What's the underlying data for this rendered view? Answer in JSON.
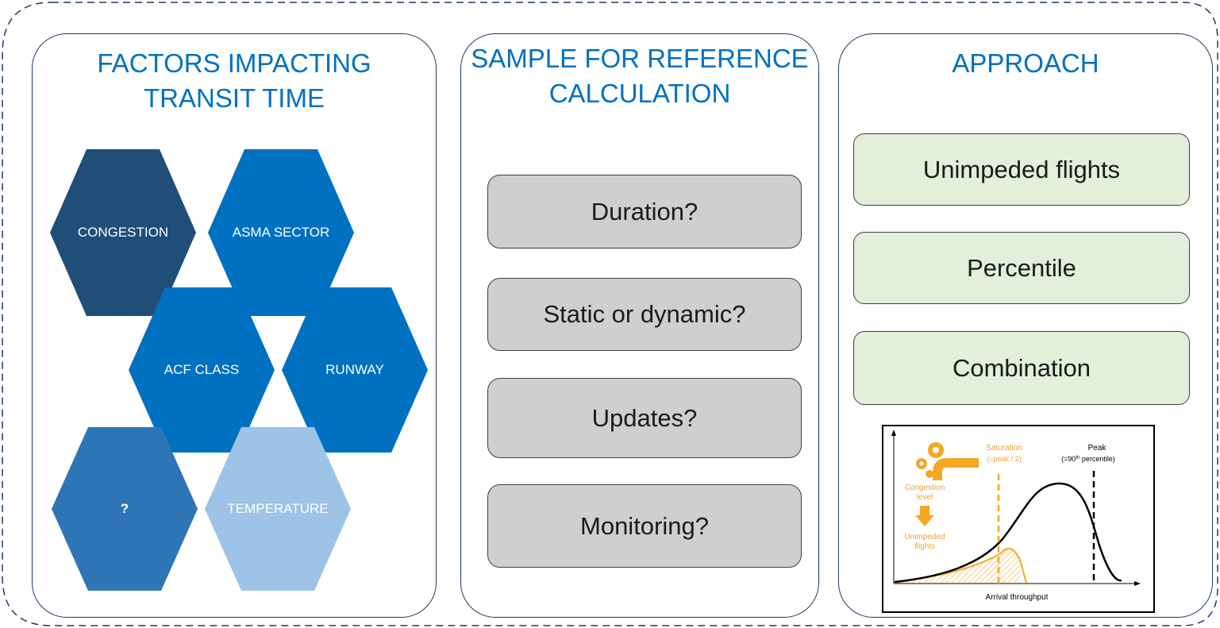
{
  "panels": [
    {
      "title": "FACTORS IMPACTING\nTRANSIT TIME"
    },
    {
      "title": "SAMPLE FOR REFERENCE\nCALCULATION"
    },
    {
      "title": "APPROACH"
    }
  ],
  "factors": [
    {
      "label": "CONGESTION",
      "color": "#1f4e79"
    },
    {
      "label": "ASMA SECTOR",
      "color": "#0070c0"
    },
    {
      "label": "ACF CLASS",
      "color": "#0070c0"
    },
    {
      "label": "RUNWAY",
      "color": "#0070c0"
    },
    {
      "label": "?",
      "color": "#2e75b6"
    },
    {
      "label": "TEMPERATURE",
      "color": "#9dc3e6"
    }
  ],
  "sample_items": [
    "Duration?",
    "Static or dynamic?",
    "Updates?",
    "Monitoring?"
  ],
  "approach_items": [
    "Unimpeded flights",
    "Percentile",
    "Combination"
  ],
  "chart": {
    "xlabel": "Arrival throughput",
    "saturation_label": "Saturation",
    "saturation_sub": "(=peak / 2)",
    "peak_label": "Peak",
    "peak_sub_prefix": "(=90",
    "peak_sub_sup": "th",
    "peak_sub_suffix": " percentile)",
    "congestion_label_1": "Congestion",
    "congestion_label_2": "level",
    "unimpeded_label_1": "Unimpeded",
    "unimpeded_label_2": "flights",
    "orange": "#f5a623",
    "orange_text": "#f0a030"
  }
}
